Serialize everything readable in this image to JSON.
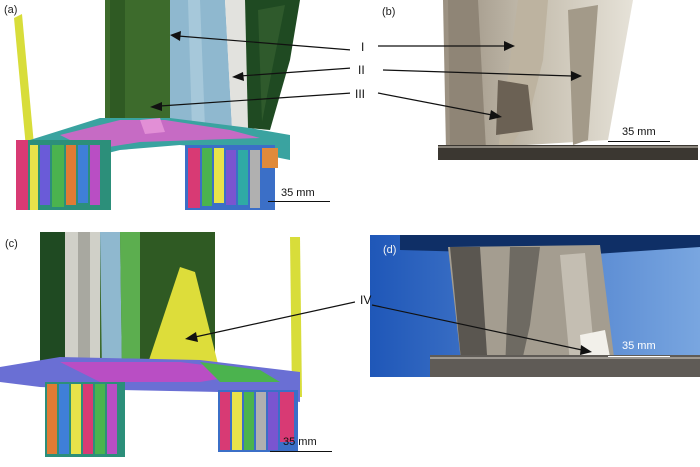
{
  "panels": {
    "a": {
      "letter": "(a)",
      "scale": "35 mm"
    },
    "b": {
      "letter": "(b)",
      "scale": "35 mm"
    },
    "c": {
      "letter": "(c)",
      "scale": "35 mm"
    },
    "d": {
      "letter": "(d)",
      "scale": "35 mm"
    }
  },
  "labels": {
    "I": "I",
    "II": "II",
    "III": "III",
    "IV": "IV"
  }
}
